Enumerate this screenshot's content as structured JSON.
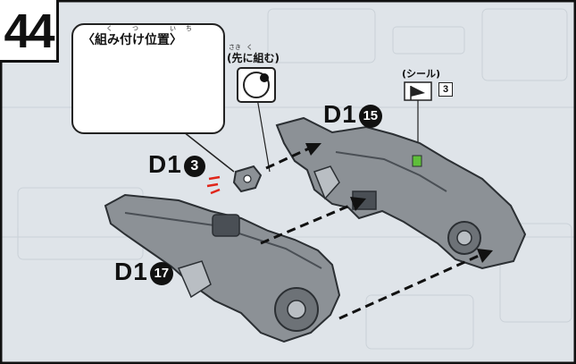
{
  "step": {
    "number": "44"
  },
  "callout": {
    "title": "〈組み付け位置〉",
    "ruby": [
      "く",
      "つ",
      "い",
      "ち"
    ]
  },
  "notes": {
    "first_assemble": "(先に組む)",
    "first_assemble_ruby": [
      "さき",
      "く"
    ],
    "sticker": "(シール)",
    "sticker_number": "3"
  },
  "parts": {
    "a": "D1",
    "a_num": "3",
    "b": "D1",
    "b_num": "15",
    "c": "D1",
    "c_num": "17"
  },
  "colors": {
    "part_fill": "#8c9196",
    "part_dark": "#4a4f55",
    "part_light": "#b9bec3",
    "marker_red": "#e0261b",
    "sticker_green": "#5fbf3a"
  }
}
